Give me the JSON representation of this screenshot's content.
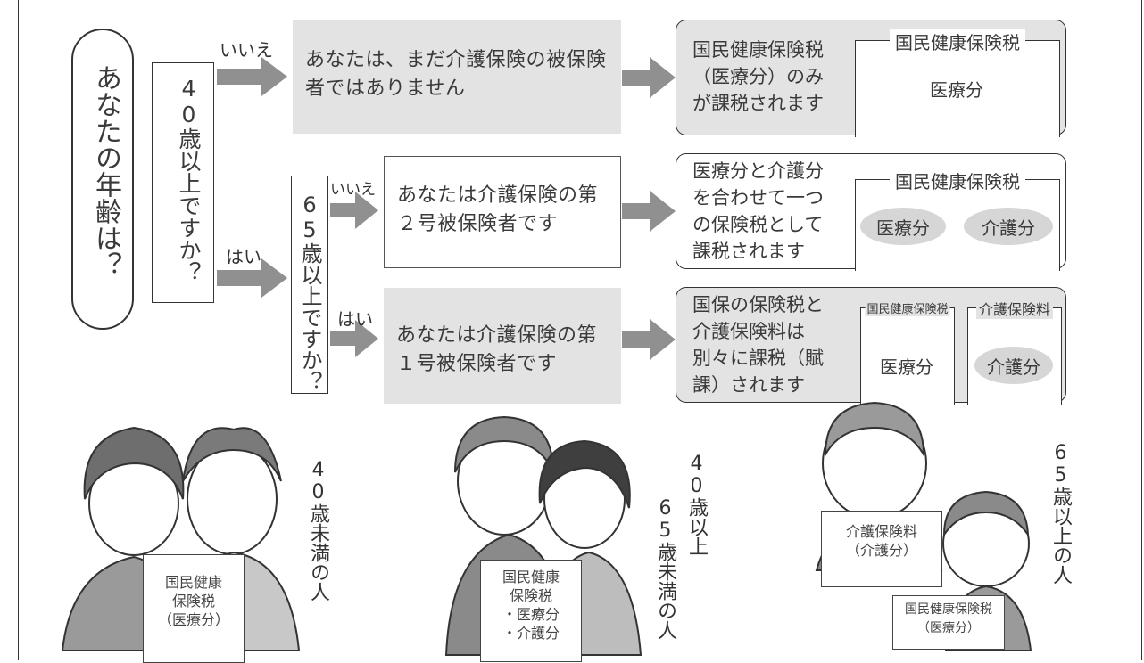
{
  "flow": {
    "main_question": "あなたの年齢は？",
    "q40": "40歳以上ですか？",
    "q65": "65歳以上ですか？",
    "label_no_1": "いいえ",
    "label_yes_1": "はい",
    "label_no_2": "いいえ",
    "label_yes_2": "はい",
    "result_under40": "あなたは、まだ介護保険の被保険者ではありません",
    "result_40_64": "あなたは介護保険の第２号被保険者です",
    "result_65": "あなたは介護保険の第１号被保険者です"
  },
  "taxation": [
    {
      "text": "国民健康保険税\n（医療分）のみ\nが課税されます",
      "box_title": "国民健康保険税",
      "items": [
        "医療分"
      ]
    },
    {
      "text": "医療分と介護分\nを合わせて一つ\nの保険税として\n課税されます",
      "box_title": "国民健康保険税",
      "items": [
        "医療分",
        "介護分"
      ]
    },
    {
      "text": "国保の保険税と\n介護保険料は\n別々に課税（賦\n課）されます",
      "boxes": [
        {
          "title": "国民健康保険税",
          "item": "医療分"
        },
        {
          "title": "介護保険料",
          "item": "介護分"
        }
      ]
    }
  ],
  "people": [
    {
      "label": "40歳未満の人",
      "sign": [
        "国民健康",
        "保険税",
        "（医療分）"
      ]
    },
    {
      "label_a": "40歳以上",
      "label_b": "65歳未満の人",
      "sign": [
        "国民健康",
        "保険税",
        "・医療分",
        "・介護分"
      ]
    },
    {
      "label": "65歳以上の人",
      "sign1": [
        "介護保険料",
        "（介護分）"
      ],
      "sign2": [
        "国民健康保険税",
        "（医療分）"
      ]
    }
  ],
  "colors": {
    "gray_fill": "#e3e3e3",
    "arrow": "#909090",
    "line": "#333333"
  }
}
